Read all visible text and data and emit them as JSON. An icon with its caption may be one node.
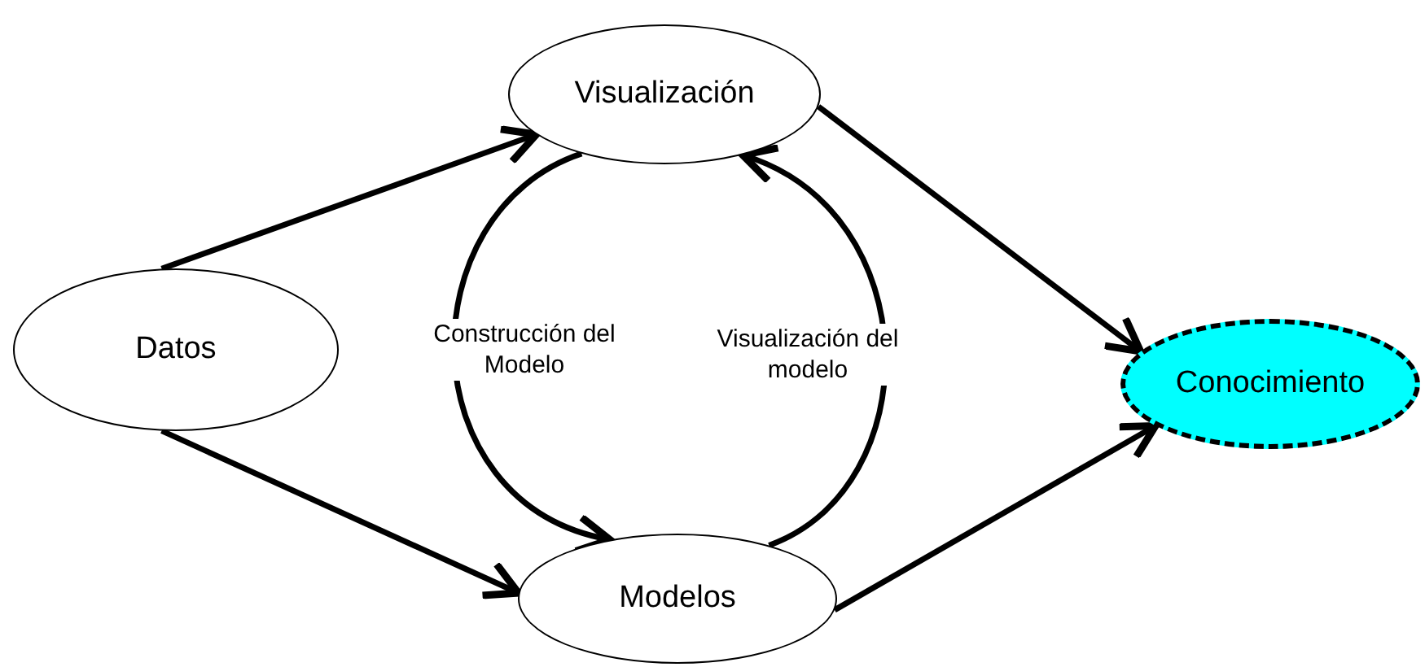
{
  "diagram": {
    "nodes": [
      {
        "text": [
          "Visualización"
        ]
      },
      {
        "text": [
          "Datos"
        ]
      },
      {
        "text": [
          "Conocimiento"
        ]
      },
      {
        "text": [
          "Modelos"
        ]
      }
    ],
    "edges": [
      {
        "from": 1,
        "to": 0,
        "arrow": "to"
      },
      {
        "from": 1,
        "to": 3,
        "arrow": "to"
      },
      {
        "from": 0,
        "to": 2,
        "arrow": "to"
      },
      {
        "from": 3,
        "to": 2,
        "arrow": "to"
      },
      {
        "from": 0,
        "to": 3,
        "arrow": "to",
        "label": "Construcción del Modelo"
      },
      {
        "from": 3,
        "to": 0,
        "arrow": "to",
        "label": "Visualización del modelo"
      }
    ]
  }
}
